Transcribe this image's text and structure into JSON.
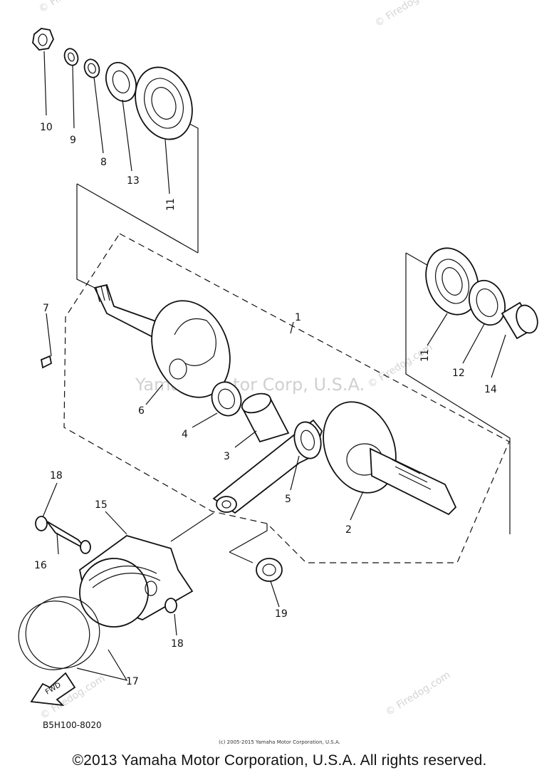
{
  "diagram": {
    "watermark_center": "Yamaha Motor Corp, U.S.A.",
    "watermark_site": "© Firedog.com",
    "callouts": [
      {
        "id": "c10",
        "label": "10"
      },
      {
        "id": "c9",
        "label": "9"
      },
      {
        "id": "c8",
        "label": "8"
      },
      {
        "id": "c13",
        "label": "13"
      },
      {
        "id": "c11a",
        "label": "11"
      },
      {
        "id": "c7",
        "label": "7"
      },
      {
        "id": "c1",
        "label": "1"
      },
      {
        "id": "c6",
        "label": "6"
      },
      {
        "id": "c4",
        "label": "4"
      },
      {
        "id": "c3",
        "label": "3"
      },
      {
        "id": "c5",
        "label": "5"
      },
      {
        "id": "c2",
        "label": "2"
      },
      {
        "id": "c11b",
        "label": "11"
      },
      {
        "id": "c12",
        "label": "12"
      },
      {
        "id": "c14",
        "label": "14"
      },
      {
        "id": "c18a",
        "label": "18"
      },
      {
        "id": "c15",
        "label": "15"
      },
      {
        "id": "c16",
        "label": "16"
      },
      {
        "id": "c19",
        "label": "19"
      },
      {
        "id": "c18b",
        "label": "18"
      },
      {
        "id": "c17",
        "label": "17"
      }
    ],
    "fwd_label": "FWD",
    "drawing_code": "B5H100-8020"
  },
  "footer": {
    "small_copyright": "(c) 2005-2015 Yamaha Motor Corporation, U.S.A.",
    "copyright": "©2013 Yamaha Motor Corporation, U.S.A. All rights reserved."
  }
}
